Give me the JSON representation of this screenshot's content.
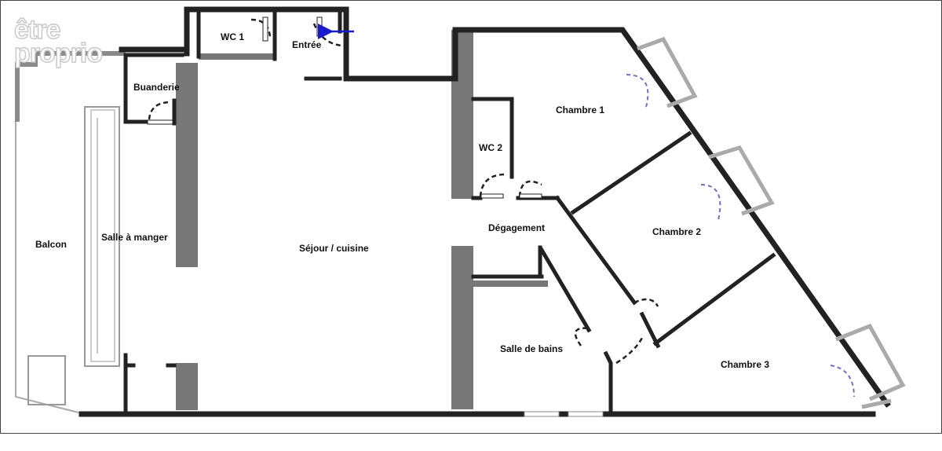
{
  "logo": {
    "line1": "être",
    "line2": "proprio"
  },
  "rooms": {
    "wc1": "WC 1",
    "entree": "Entrée",
    "buanderie": "Buanderie",
    "chambre1": "Chambre 1",
    "wc2": "WC 2",
    "degagement": "Dégagement",
    "chambre2": "Chambre 2",
    "balcon": "Balcon",
    "salle_a_manger": "Salle à manger",
    "sejour_cuisine": "Séjour / cuisine",
    "salle_de_bains": "Salle de bains",
    "chambre3": "Chambre 3"
  },
  "colors": {
    "wall": "#222222",
    "partition": "#777777",
    "door": "#222222",
    "window": "#bbbbbb",
    "entry_arrow": "#1a1acc",
    "window_swing": "#7070c0"
  }
}
